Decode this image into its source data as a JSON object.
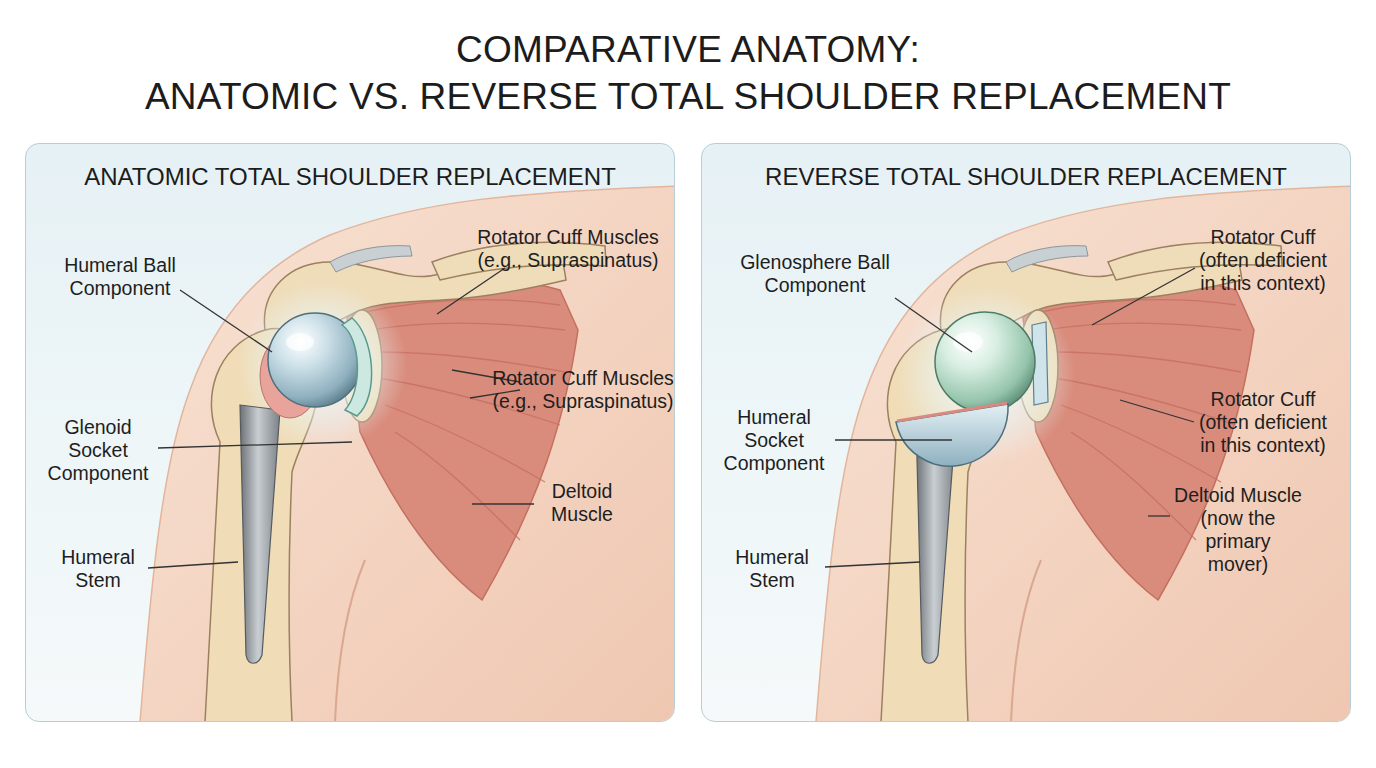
{
  "diagram": {
    "title": "COMPARATIVE ANATOMY: ANATOMIC VS. REVERSE TOTAL SHOULDER REPLACEMENT",
    "nodes": [
      {
        "text": [
          "ANATOMIC TOTAL SHOULDER REPLACEMENT"
        ]
      },
      {
        "text": [
          "REVERSE TOTAL SHOULDER REPLACEMENT"
        ]
      }
    ],
    "labels": [
      "Humeral Ball Component",
      "Rotator Cuff Muscles (e.g., Supraspinatus)",
      "Rotator Cuff Muscles (e.g., Supraspinatus)",
      "Glenoid Socket Component",
      "Deltoid Muscle",
      "Humeral Stem",
      "Glenosphere Ball Component",
      "Rotator Cuff (often deficient in this context)",
      "Rotator Cuff (often deficient in this context)",
      "Humeral Socket Component",
      "Deltoid Muscle (now the primary mover)",
      "Humeral Stem"
    ]
  }
}
